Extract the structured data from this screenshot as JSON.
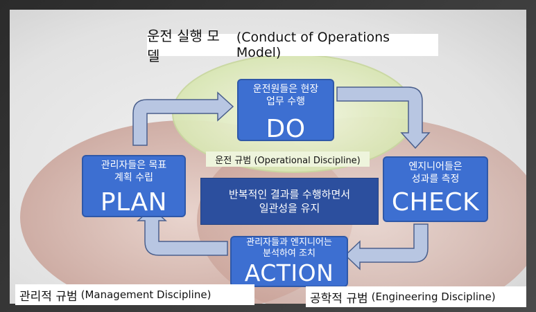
{
  "title": {
    "korean": "운전 실행 모델",
    "english": "(Conduct of Operations Model)"
  },
  "nodes": {
    "do": {
      "description_line1": "운전원들은 현장",
      "description_line2": "업무 수행",
      "label": "DO"
    },
    "plan": {
      "description_line1": "관리자들은 목표",
      "description_line2": "계획 수립",
      "label": "PLAN"
    },
    "check": {
      "description_line1": "엔지니어들은",
      "description_line2": "성과를 측정",
      "label": "CHECK"
    },
    "action": {
      "description_line1": "관리자들과 엔지니어는",
      "description_line2": "분석하여 조치",
      "label": "ACTION"
    }
  },
  "center": {
    "line1": "반복적인 결과를 수행하면서",
    "line2": "일관성을 유지"
  },
  "operational_discipline": "운전 규범 (Operational Discipline)",
  "management_discipline": {
    "korean": "관리적 규범",
    "english": "(Management Discipline)"
  },
  "engineering_discipline": {
    "korean": "공학적 규범",
    "english": "(Engineering Discipline)"
  },
  "colors": {
    "box_blue": "#3d6fd1",
    "center_blue": "#2c4f9e",
    "arrow_fill": "#b8c6e2",
    "arrow_stroke": "#4a5f8c",
    "green_ellipse": "#e6efc8",
    "pink_ellipse": "#d9b8b0"
  }
}
